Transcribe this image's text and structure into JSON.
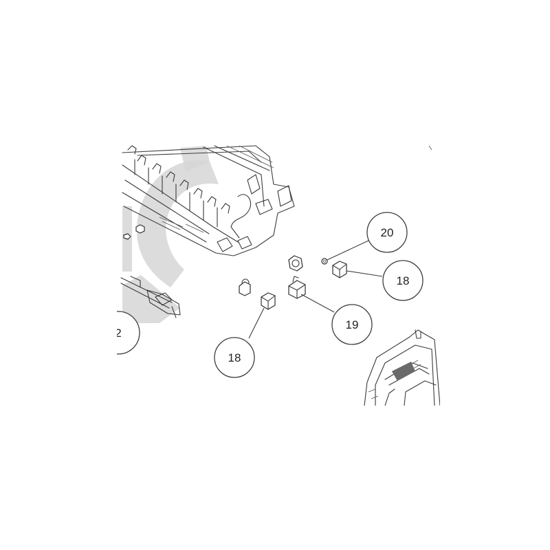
{
  "callouts": [
    {
      "id": "c20",
      "label": "20"
    },
    {
      "id": "c18a",
      "label": "18"
    },
    {
      "id": "c19",
      "label": "19"
    },
    {
      "id": "c18b",
      "label": "18"
    },
    {
      "id": "c2",
      "label": "2"
    }
  ]
}
